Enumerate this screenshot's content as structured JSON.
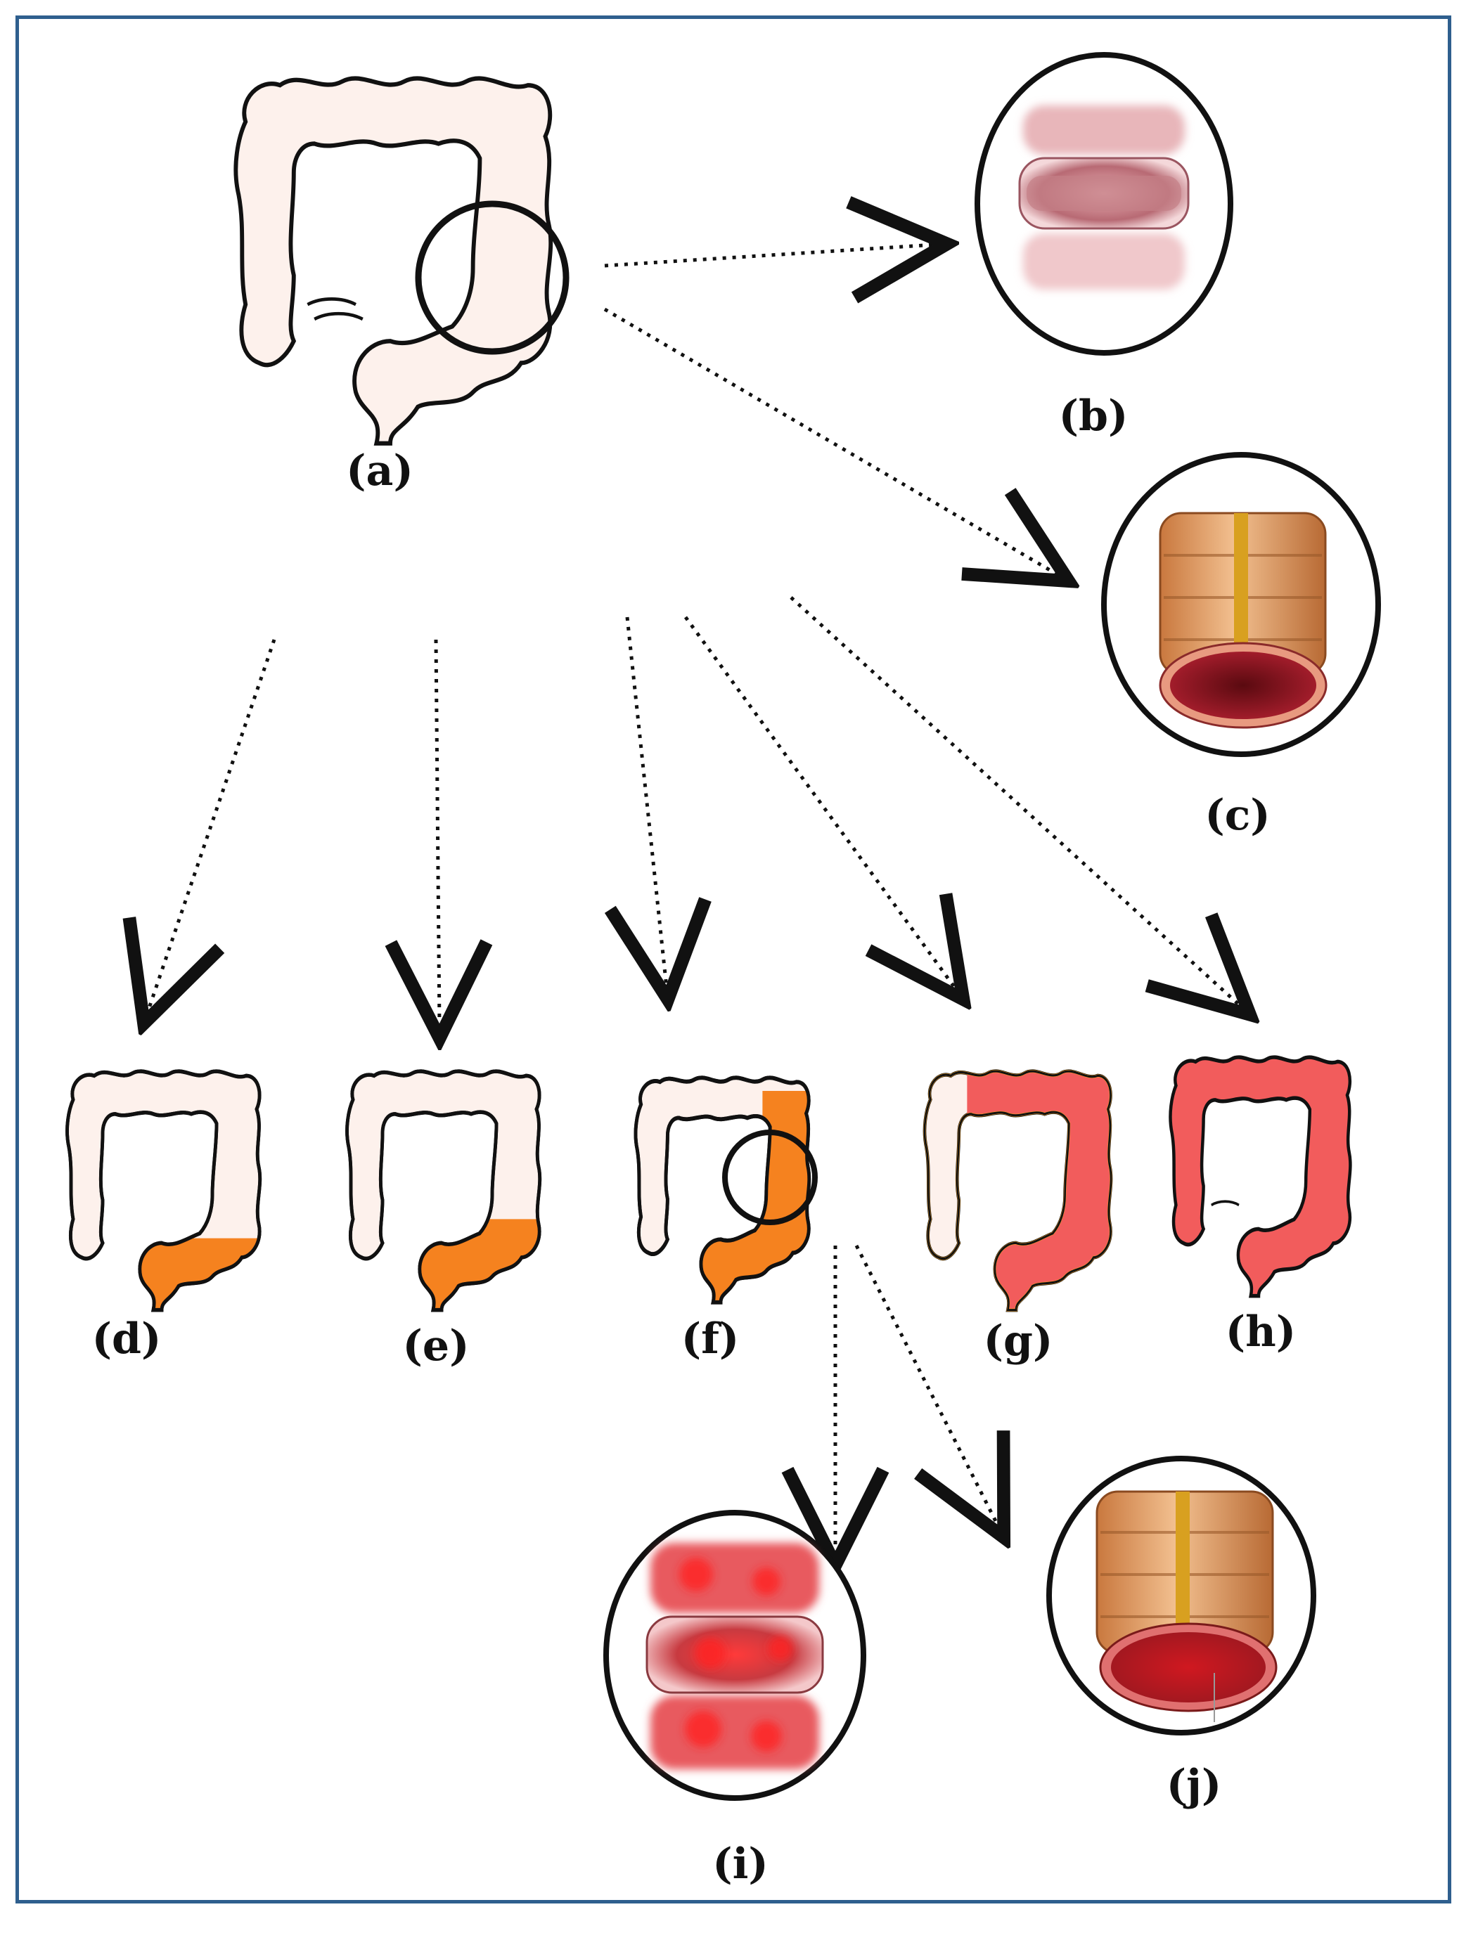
{
  "labels": {
    "a": "(a)",
    "b": "(b)",
    "c": "(c)",
    "d": "(d)",
    "e": "(e)",
    "f": "(f)",
    "g": "(g)",
    "h": "(h)",
    "i": "(i)",
    "j": "(j)"
  },
  "colors": {
    "frame": "#2f5f8e",
    "healthy_colon": "#fdf1ec",
    "outline": "#111111",
    "distal_colitis": "#f5821f",
    "pancolitis": "#f25c5c",
    "mucosa": "#a04a55",
    "serosa": "#d9965a",
    "taenia": "#d8a020",
    "lumen": "#8c1820",
    "inflamed": "#e33a3a"
  },
  "icons": {
    "colon": "colon-icon",
    "mucosa_closeup": "mucosa-closeup-icon",
    "colon_section": "colon-section-icon",
    "magnifier_circle": "magnifier-circle-icon"
  },
  "highlight_levels": {
    "d": 0.2,
    "e": 0.35,
    "f": 0.55,
    "g": 0.8,
    "h": 1.0
  }
}
